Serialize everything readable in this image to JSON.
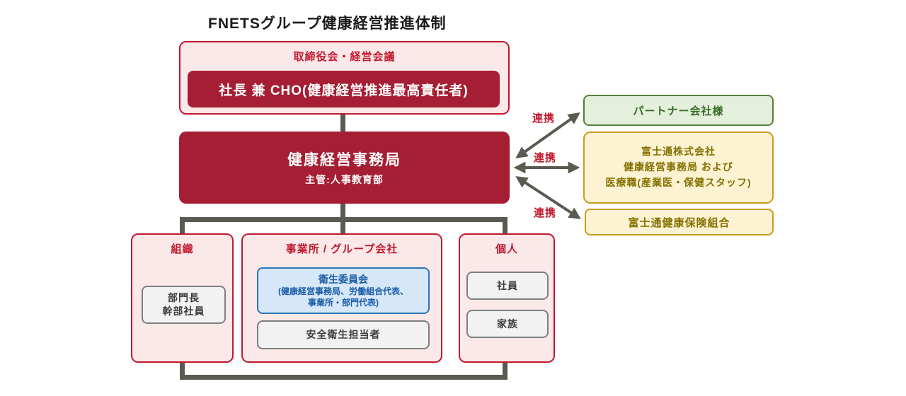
{
  "title": "FNETSグループ健康経営推進体制",
  "board_box": {
    "header": "取締役会・経営会議",
    "ceo_label": "社長 兼 CHO(健康経営推進最高責任者)"
  },
  "office_box": {
    "name": "健康経営事務局",
    "dept": "主管:人事教育部"
  },
  "groups": {
    "organization": {
      "header": "組織",
      "card_line1": "部門長",
      "card_line2": "幹部社員"
    },
    "sites": {
      "header": "事業所 / グループ会社",
      "committee_title": "衛生委員会",
      "committee_line1": "(健康経営事務局、労働組合代表、",
      "committee_line2": "事業所・部門代表)",
      "safety_label": "安全衛生担当者"
    },
    "individual": {
      "header": "個人",
      "card1": "社員",
      "card2": "家族"
    }
  },
  "partners": {
    "link_label": "連携",
    "partner_company": "パートナー会社様",
    "fujitsu_line1": "富士通株式会社",
    "fujitsu_line2": "健康経営事務局 および",
    "fujitsu_line3": "医療職(産業医・保健スタッフ)",
    "health_insurance": "富士通健康保険組合"
  },
  "colors": {
    "dark_red": "#a51e33",
    "pink_fill": "#fbe8e9",
    "red_border": "#c11a2e",
    "green_fill": "#e4efdc",
    "green_border": "#538135",
    "green_text": "#356b27",
    "yellow_fill": "#fdf3d2",
    "yellow_border": "#c99b20",
    "yellow_text": "#857000",
    "blue_fill": "#d6e8f8",
    "blue_border": "#2e74b5",
    "blue_text": "#1a5ba8",
    "gray_fill": "#f2f2f2",
    "gray_border": "#7f7f7f",
    "connector": "#5b5a52",
    "link_red": "#c11a2e"
  }
}
